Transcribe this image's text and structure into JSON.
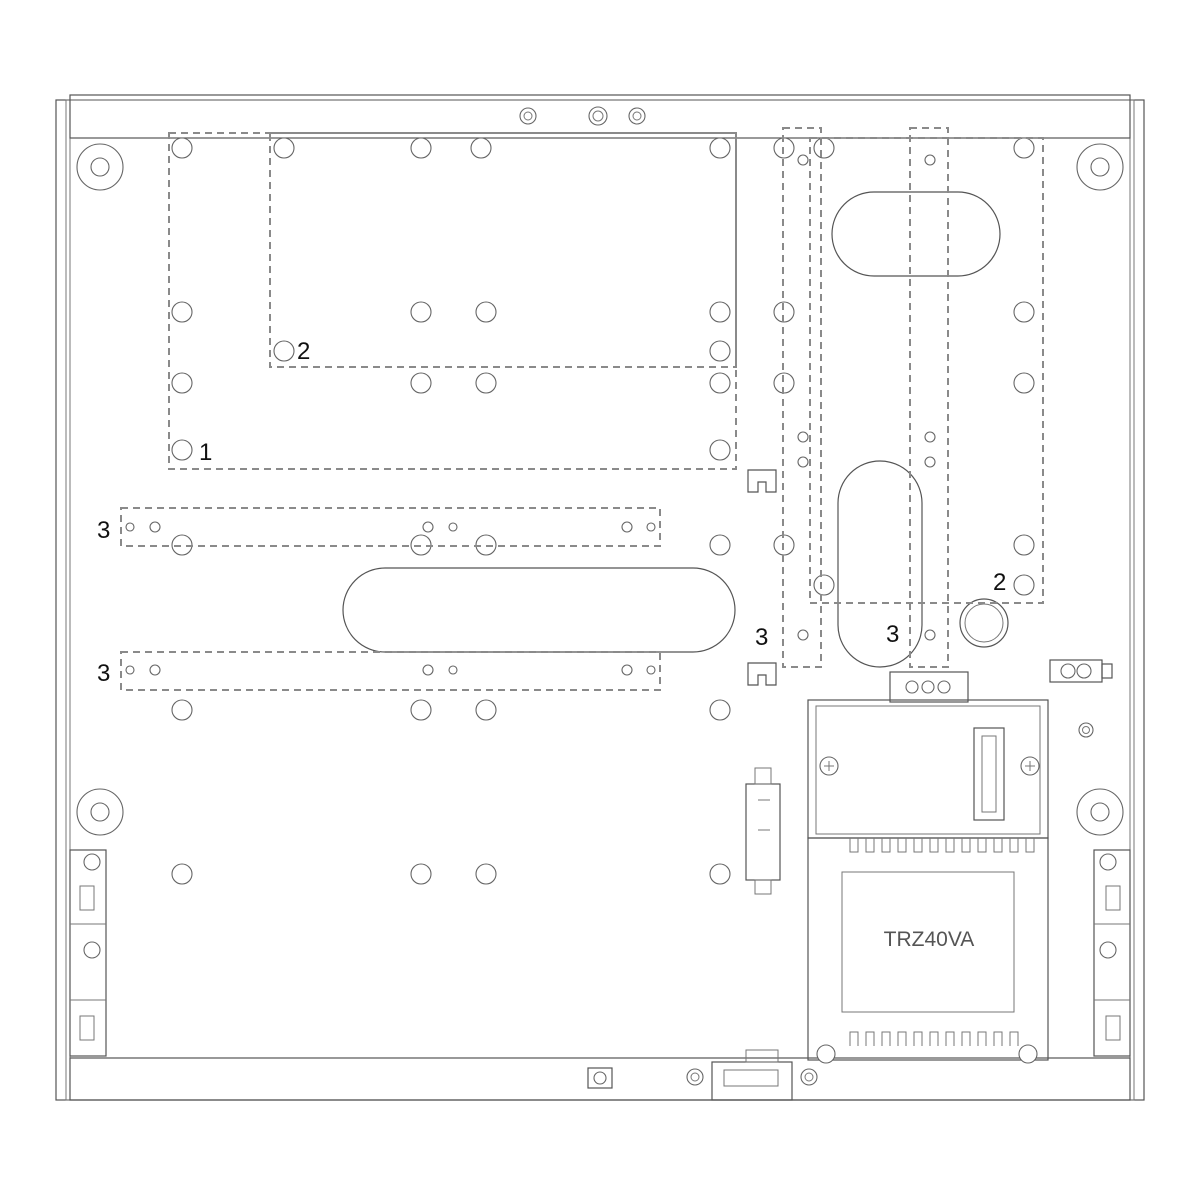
{
  "callouts": {
    "area_1": "1",
    "area_2": "2",
    "area_3": "3"
  },
  "transformer": {
    "model": "TRZ40VA"
  },
  "colors": {
    "outline": "#555555",
    "dashed_zone": "#8a8a8a",
    "label": "#111111"
  }
}
